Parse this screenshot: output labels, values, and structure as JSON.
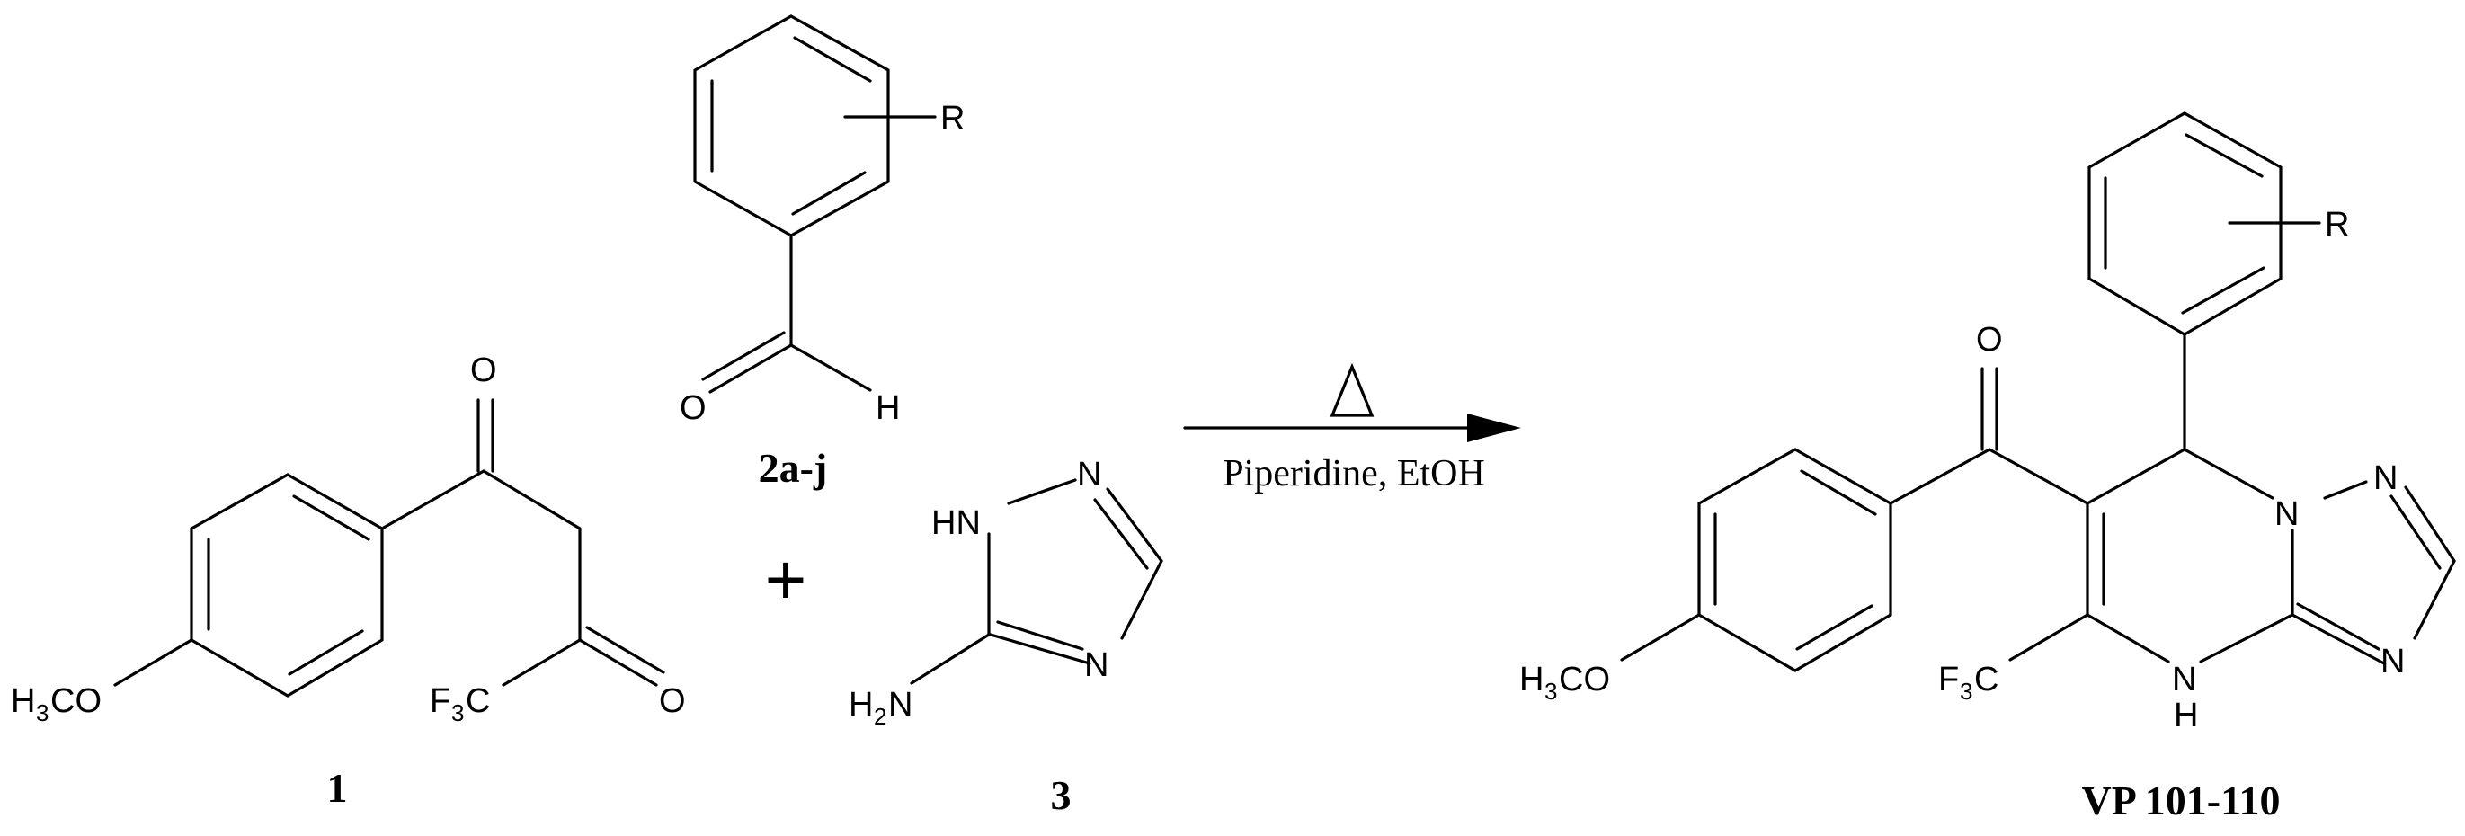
{
  "compounds": {
    "c1": "1",
    "c2": "2a-j",
    "c3": "3",
    "product": "VP 101-110"
  },
  "reaction": {
    "plus": "+",
    "conditions": "Piperidine, EtOH",
    "heat_symbol": "triangle"
  },
  "atoms": {
    "O": "O",
    "H": "H",
    "R": "R",
    "N": "N",
    "HN": "HN",
    "methoxy_H": "H",
    "methoxy_3": "3",
    "methoxy_CO": "CO",
    "cf3_F": "F",
    "cf3_3": "3",
    "cf3_C": "C",
    "amine_H": "H",
    "amine_2": "2",
    "amine_N": "N"
  }
}
